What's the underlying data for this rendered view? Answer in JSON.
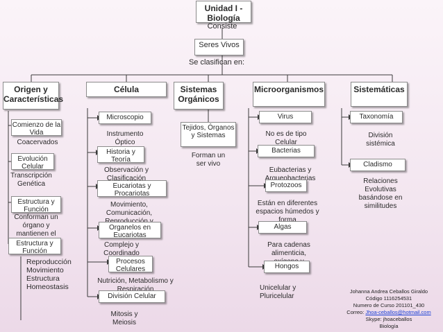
{
  "title": "Unidad I - Biología",
  "consiste": "Consiste",
  "seres_vivos": "Seres Vivos",
  "se_clasifican": "Se clasifican en:",
  "origen": {
    "heading": "Origen y Características",
    "comienzo": "Comienzo de la Vida",
    "coacervados": "Coacervados",
    "evolucion": "Evolución Celular",
    "transcripcion": "Transcripción Genética",
    "estructura_funcion": "Estructura y Función",
    "conforman": "Conforman un órgano y mantienen el",
    "estructura_funcion2": "Estructura y Función",
    "list": "Reproducción\nMovimiento\nEstructura\nHomeostasis"
  },
  "celula": {
    "heading": "Célula",
    "microscopio": "Microscopio",
    "instrumento": "Instrumento Óptico",
    "historia": "Historia y Teoría",
    "observacion": "Observación y Clasificación",
    "eucariotas": "Eucariotas y Procariotas",
    "movimiento": "Movimiento, Comunicación, Reproducción y",
    "organelos": "Organelos en Eucariotas",
    "complejo": "Complejo y Coordinado",
    "procesos": "Procesos Celulares",
    "nutricion": "Nutrición, Metabolismo y Respiración",
    "division": "División Celular",
    "mitosis": "Mitosis y Meiosis"
  },
  "sistemas": {
    "heading": "Sistemas Orgánicos",
    "tejidos": "Tejidos, Órganos y Sistemas",
    "forman": "Forman un ser vivo"
  },
  "micro": {
    "heading": "Microorganismos",
    "virus": "Virus",
    "noes": "No es de tipo Celular",
    "bacterias": "Bacterias",
    "eubacterias": "Eubacterias y Arqueobacterias",
    "protozoos": "Protozoos",
    "espacios": "Están en diferentes espacios húmedos y forma",
    "algas": "Algas",
    "cadenas": "Para cadenas alimenticia, oxígeno y",
    "hongos": "Hongos",
    "unicelular": "Unicelular y Pluricelular"
  },
  "sistematica": {
    "heading": "Sistemáticas",
    "taxonomia": "Taxonomía",
    "division": "División sistémica",
    "cladismo": "Cladismo",
    "relaciones": "Relaciones Evolutivas basándose en similitudes"
  },
  "credit": {
    "name": "Johanna Andrea Ceballos Giraldo",
    "codigo": "Código 1116254531",
    "curso": "Numero de Curso  201101_430",
    "correo_label": "Correo: ",
    "correo": "Jhoa-ceballos@hotmail.com",
    "skype": "Skype: jhoaceballos",
    "materia": "Biología"
  }
}
